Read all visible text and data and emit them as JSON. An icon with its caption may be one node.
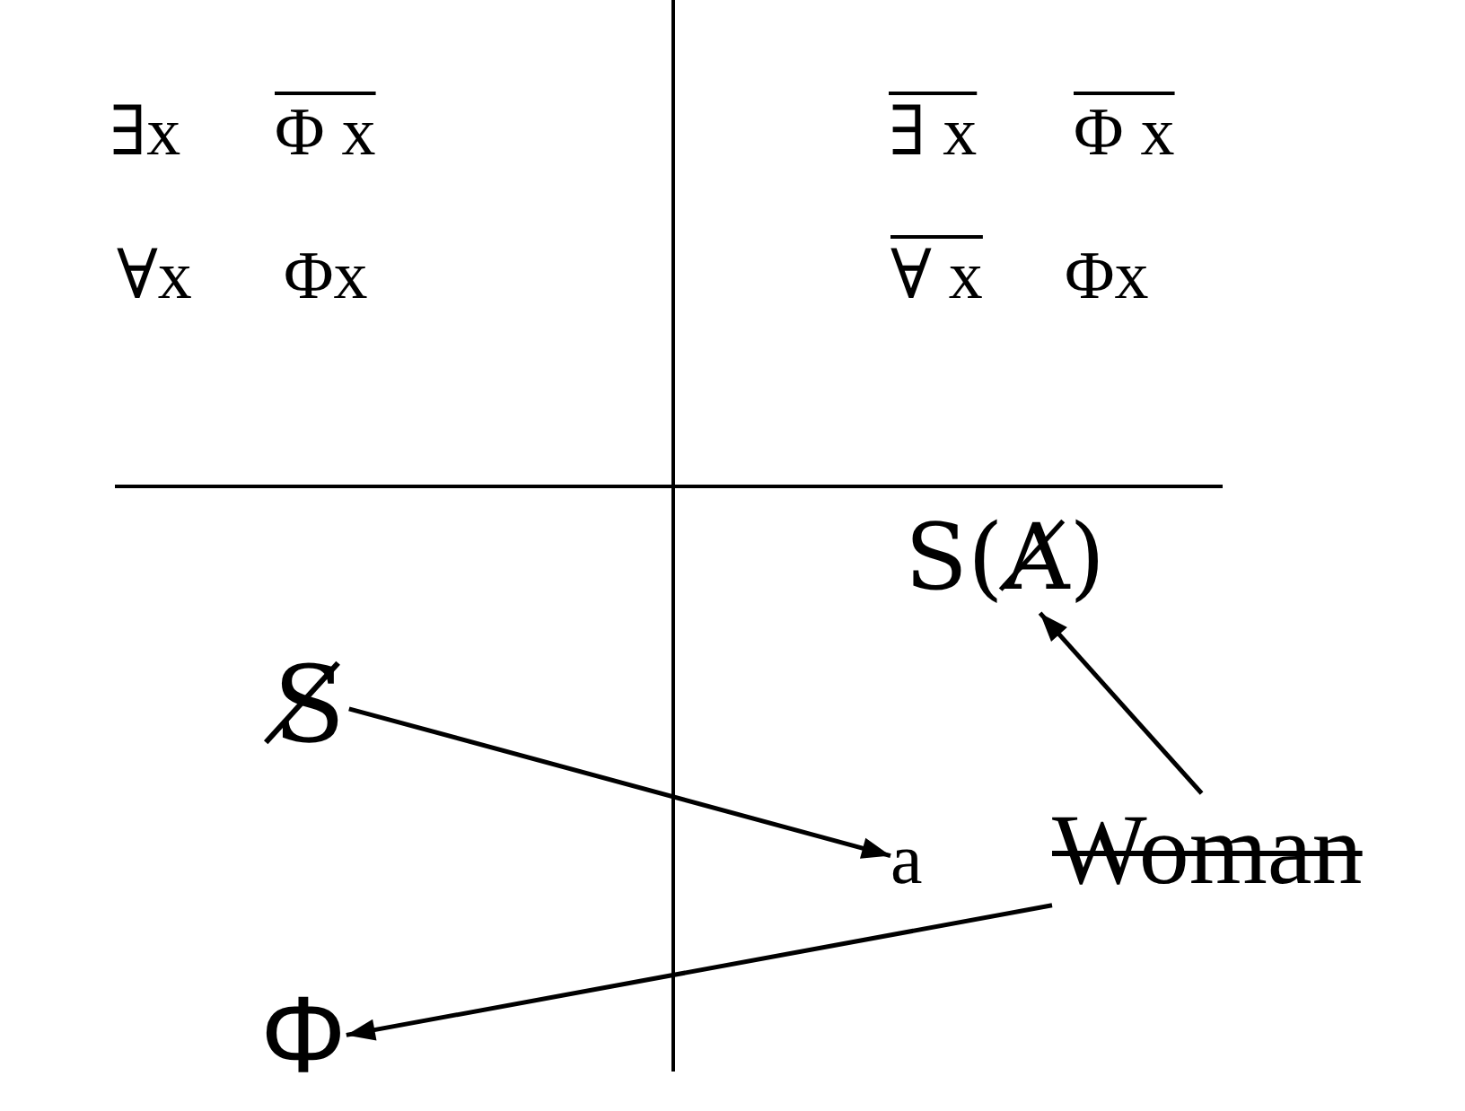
{
  "diagram": {
    "nodes": [
      {
        "text": [
          "S(A̸)"
        ]
      },
      {
        "text": [
          "S̸"
        ]
      },
      {
        "text": [
          "a"
        ]
      },
      {
        "text": [
          "Woman"
        ]
      },
      {
        "text": [
          "Φ"
        ]
      }
    ],
    "edges": [
      {
        "from": 1,
        "to": 2,
        "arrow": "to"
      },
      {
        "from": 3,
        "to": 0,
        "arrow": "to"
      },
      {
        "from": 3,
        "to": 4,
        "arrow": "to"
      }
    ],
    "labels": [
      "∃x",
      "Φ x",
      "∃ x",
      "Φ x",
      "∀x",
      "Φx",
      "∀ x",
      "Φx"
    ]
  }
}
